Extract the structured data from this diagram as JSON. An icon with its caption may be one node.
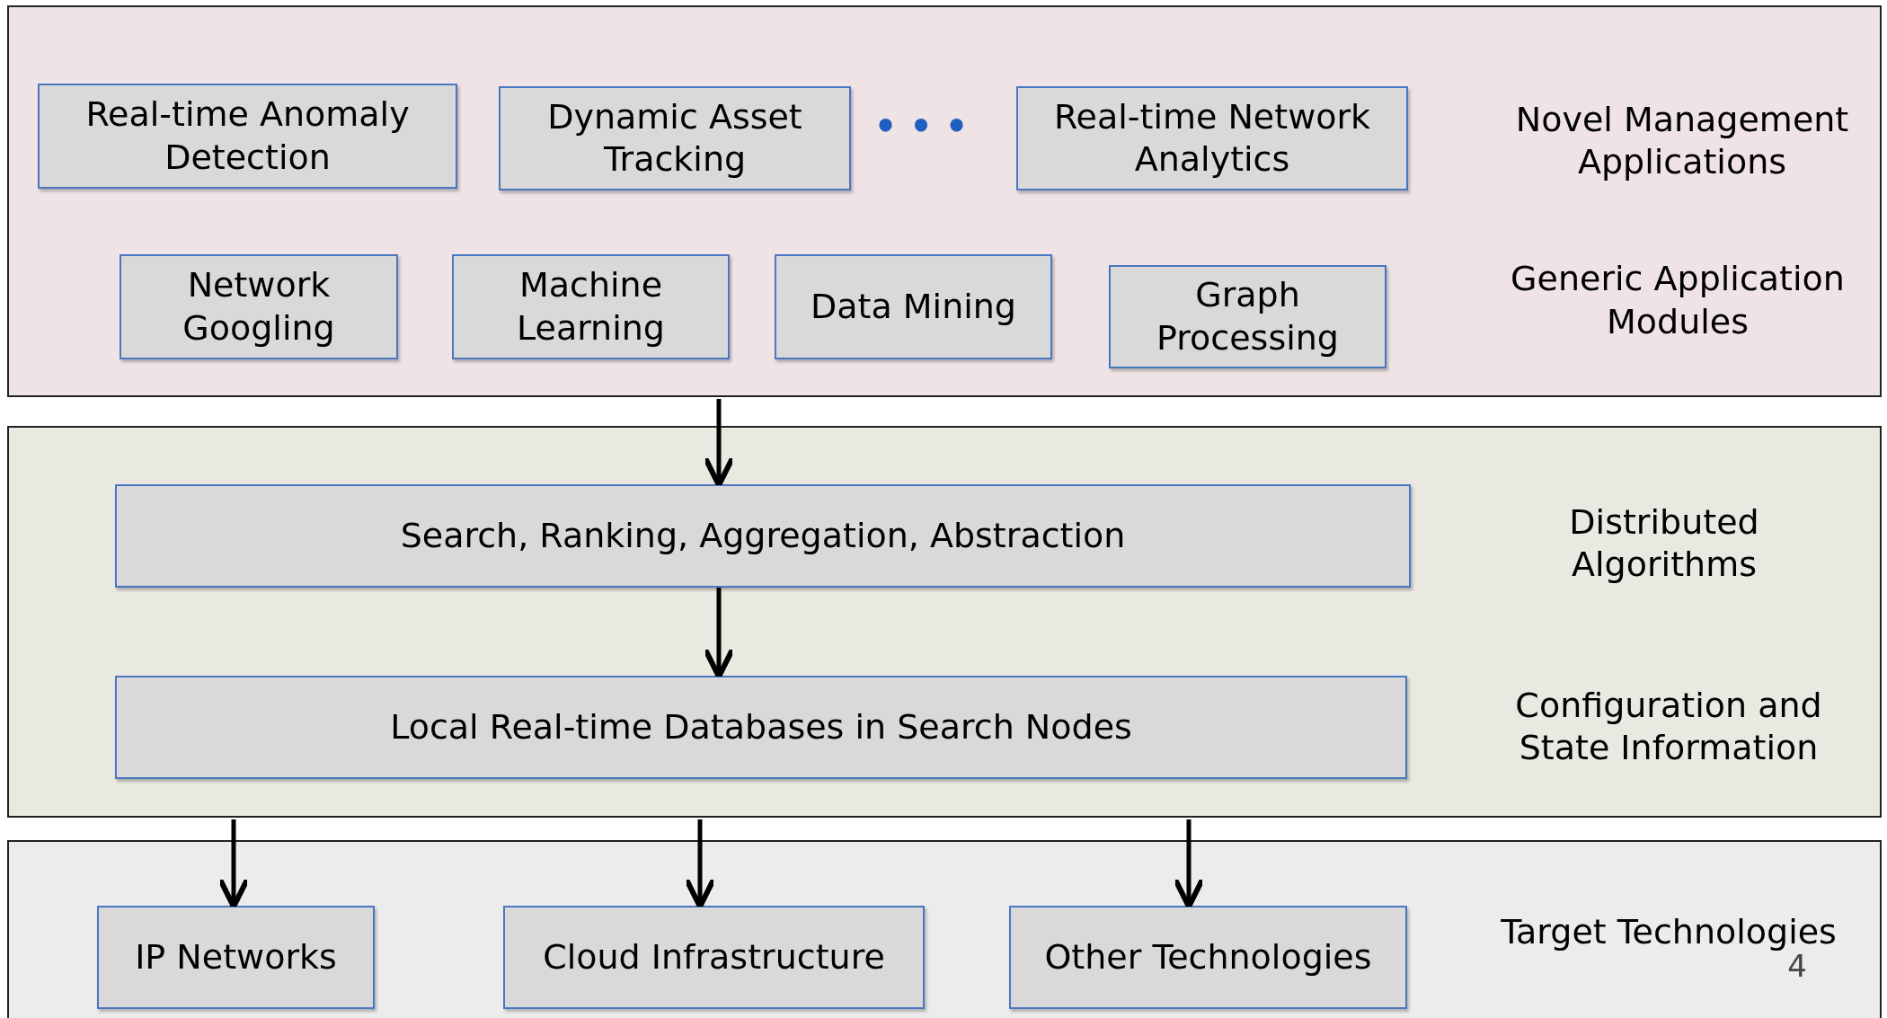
{
  "diagram": {
    "nodes": [
      {
        "text": [
          "Novel Management Applications",
          "Generic Application Modules"
        ]
      },
      {
        "text": [
          "Real-time Anomaly Detection"
        ],
        "in": 0
      },
      {
        "text": [
          "Dynamic Asset Tracking"
        ],
        "in": 0
      },
      {
        "text": [
          "Real-time Network Analytics"
        ],
        "in": 0
      },
      {
        "text": [
          "Network Googling"
        ],
        "in": 0
      },
      {
        "text": [
          "Machine Learning"
        ],
        "in": 0
      },
      {
        "text": [
          "Data Mining"
        ],
        "in": 0
      },
      {
        "text": [
          "Graph Processing"
        ],
        "in": 0
      },
      {
        "text": [
          "Distributed Algorithms",
          "Configuration and State Information"
        ]
      },
      {
        "text": [
          "Search, Ranking, Aggregation, Abstraction"
        ],
        "in": 8
      },
      {
        "text": [
          "Local Real-time Databases in Search Nodes"
        ],
        "in": 8
      },
      {
        "text": [
          "Target Technologies"
        ]
      },
      {
        "text": [
          "IP Networks"
        ],
        "in": 11
      },
      {
        "text": [
          "Cloud Infrastructure"
        ],
        "in": 11
      },
      {
        "text": [
          "Other Technologies"
        ],
        "in": 11
      }
    ],
    "edges": [
      {
        "from": 0,
        "to": 9,
        "arrow": "to"
      },
      {
        "from": 9,
        "to": 10,
        "arrow": "to"
      },
      {
        "from": 8,
        "to": 12,
        "arrow": "to"
      },
      {
        "from": 8,
        "to": 13,
        "arrow": "to"
      },
      {
        "from": 8,
        "to": 14,
        "arrow": "to"
      }
    ],
    "labels": [
      "• • •",
      "4"
    ]
  }
}
